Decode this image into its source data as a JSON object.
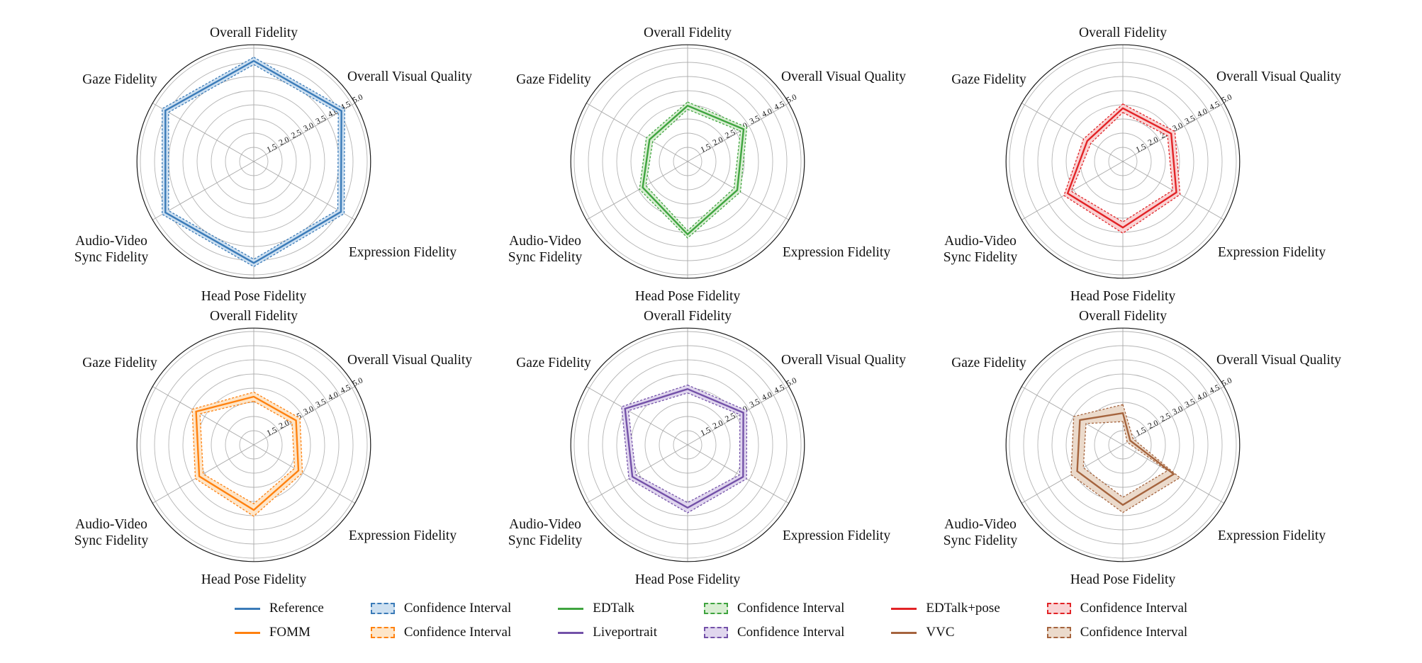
{
  "figure": {
    "background": "#ffffff",
    "grid_color": "#b5b5b5",
    "spoke_color": "#a9a9a9",
    "outer_circle_color": "#1a1a1a"
  },
  "chart_data": {
    "type": "radar",
    "grid": {
      "rows": 2,
      "cols": 3
    },
    "axes_order": [
      "Overall Fidelity",
      "Overall Visual Quality",
      "Expression Fidelity",
      "Head Pose Fidelity",
      "Audio-Video Sync Fidelity",
      "Gaze Fidelity"
    ],
    "axis_label_lines": {
      "Audio-Video Sync Fidelity": [
        "Audio-Video",
        "Sync Fidelity"
      ]
    },
    "radial_ticks": [
      1.5,
      2.0,
      2.5,
      3.0,
      3.5,
      4.0,
      4.5,
      5.0
    ],
    "r_center_value": 1.0,
    "r_outer_value": 5.12,
    "grid_on": true,
    "series": [
      {
        "name": "Reference",
        "row": 0,
        "col": 0,
        "color": "#3b7bb8",
        "band_fill": "#cde0f1",
        "values": [
          4.55,
          4.57,
          4.55,
          4.58,
          4.6,
          4.6
        ],
        "ci_halfwidth": [
          0.13,
          0.13,
          0.13,
          0.13,
          0.13,
          0.13
        ]
      },
      {
        "name": "EDTalk",
        "row": 0,
        "col": 1,
        "color": "#3fa43f",
        "band_fill": "#d9eed3",
        "values": [
          2.97,
          3.28,
          3.02,
          3.57,
          2.83,
          2.55
        ],
        "ci_halfwidth": [
          0.13,
          0.13,
          0.13,
          0.13,
          0.13,
          0.13
        ]
      },
      {
        "name": "EDTalk+pose",
        "row": 0,
        "col": 2,
        "color": "#e22326",
        "band_fill": "#f9d3d4",
        "values": [
          2.88,
          2.97,
          3.18,
          3.33,
          3.25,
          2.45
        ],
        "ci_halfwidth": [
          0.15,
          0.15,
          0.15,
          0.2,
          0.15,
          0.15
        ]
      },
      {
        "name": "FOMM",
        "row": 1,
        "col": 0,
        "color": "#ff810f",
        "band_fill": "#fee6c9",
        "values": [
          2.7,
          2.72,
          2.82,
          3.3,
          3.22,
          3.35
        ],
        "ci_halfwidth": [
          0.16,
          0.16,
          0.16,
          0.22,
          0.16,
          0.16
        ]
      },
      {
        "name": "Liveportrait",
        "row": 1,
        "col": 1,
        "color": "#7351a8",
        "band_fill": "#e0d6ee",
        "values": [
          2.97,
          3.27,
          3.26,
          3.22,
          3.25,
          3.55
        ],
        "ci_halfwidth": [
          0.14,
          0.14,
          0.14,
          0.18,
          0.14,
          0.14
        ]
      },
      {
        "name": "VVC",
        "row": 1,
        "col": 2,
        "color": "#a5643e",
        "band_fill": "#ebdacb",
        "values": [
          2.12,
          1.3,
          3.07,
          3.12,
          2.86,
          2.75
        ],
        "ci_halfwidth": [
          0.3,
          0.12,
          0.25,
          0.27,
          0.25,
          0.25
        ]
      }
    ],
    "legend_position": "bottom",
    "legend_entries": [
      {
        "swatch": "line",
        "label": "Reference",
        "color": "#3b7bb8",
        "fill": "#cde0f1"
      },
      {
        "swatch": "line",
        "label": "FOMM",
        "color": "#ff810f",
        "fill": "#fee6c9"
      },
      {
        "swatch": "band",
        "label": "Confidence Interval",
        "color": "#3b7bb8",
        "fill": "#cde0f1"
      },
      {
        "swatch": "band",
        "label": "Confidence Interval",
        "color": "#ff810f",
        "fill": "#fee6c9"
      },
      {
        "swatch": "line",
        "label": "EDTalk",
        "color": "#3fa43f",
        "fill": "#d9eed3"
      },
      {
        "swatch": "line",
        "label": "Liveportrait",
        "color": "#7351a8",
        "fill": "#e0d6ee"
      },
      {
        "swatch": "band",
        "label": "Confidence Interval",
        "color": "#3fa43f",
        "fill": "#d9eed3"
      },
      {
        "swatch": "band",
        "label": "Confidence Interval",
        "color": "#7351a8",
        "fill": "#e0d6ee"
      },
      {
        "swatch": "line",
        "label": "EDTalk+pose",
        "color": "#e22326",
        "fill": "#f9d3d4"
      },
      {
        "swatch": "line",
        "label": "VVC",
        "color": "#a5643e",
        "fill": "#ebdacb"
      },
      {
        "swatch": "band",
        "label": "Confidence Interval",
        "color": "#e22326",
        "fill": "#f9d3d4"
      },
      {
        "swatch": "band",
        "label": "Confidence Interval",
        "color": "#a5643e",
        "fill": "#ebdacb"
      }
    ]
  }
}
